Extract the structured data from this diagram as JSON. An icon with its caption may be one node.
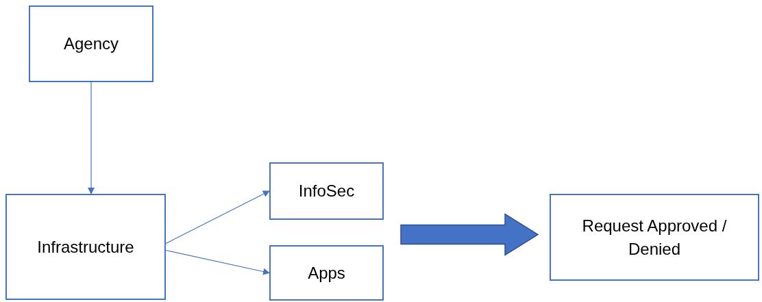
{
  "diagram": {
    "nodes": [
      {
        "text": [
          "Agency"
        ]
      },
      {
        "text": [
          "Infrastructure"
        ]
      },
      {
        "text": [
          "InfoSec"
        ]
      },
      {
        "text": [
          "Apps"
        ]
      },
      {
        "text": [
          "Request Approved / Denied"
        ]
      }
    ],
    "edges": [
      {
        "from": 0,
        "to": 1,
        "arrow": "to"
      },
      {
        "from": 1,
        "to": 2,
        "arrow": "to"
      },
      {
        "from": 1,
        "to": 3,
        "arrow": "to"
      },
      {
        "from": null,
        "to": 4,
        "arrow": "to",
        "style": "thick"
      }
    ]
  }
}
